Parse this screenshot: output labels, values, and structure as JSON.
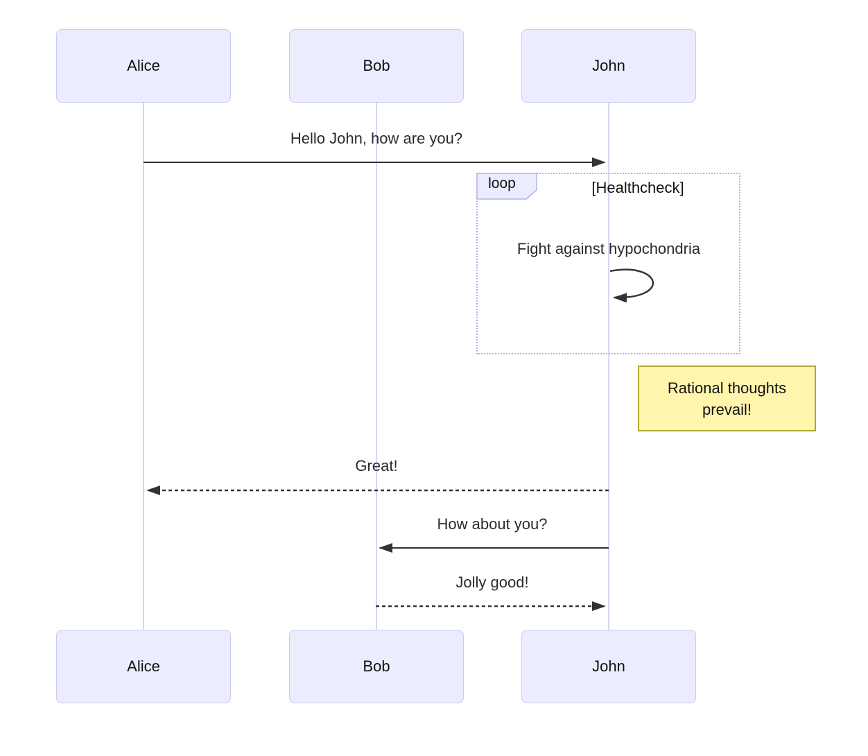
{
  "diagram": {
    "type": "sequence-diagram",
    "actors": [
      {
        "name": "Alice"
      },
      {
        "name": "Bob"
      },
      {
        "name": "John"
      }
    ],
    "loop": {
      "label": "loop",
      "condition": "[Healthcheck]"
    },
    "note": {
      "text": "Rational thoughts prevail!",
      "attached_to": "John"
    },
    "messages": [
      {
        "text": "Hello John, how are you?",
        "from": "Alice",
        "to": "John",
        "line": "solid"
      },
      {
        "text": "Fight against hypochondria",
        "from": "John",
        "to": "John",
        "line": "self-loop"
      },
      {
        "text": "Great!",
        "from": "John",
        "to": "Alice",
        "line": "dashed"
      },
      {
        "text": "How about you?",
        "from": "John",
        "to": "Bob",
        "line": "solid"
      },
      {
        "text": "Jolly good!",
        "from": "Bob",
        "to": "John",
        "line": "dashed"
      }
    ],
    "colors": {
      "actor_fill": "#ECECFF",
      "actor_border": "#c9c9f5",
      "lifeline": "#d8d5f0",
      "loop_border": "#b3b3e6",
      "loop_label_fill": "#ECECFF",
      "note_fill": "#fff5ad",
      "note_border": "#aaaa33",
      "arrow": "#333333",
      "text": "#2b2b2b"
    }
  }
}
